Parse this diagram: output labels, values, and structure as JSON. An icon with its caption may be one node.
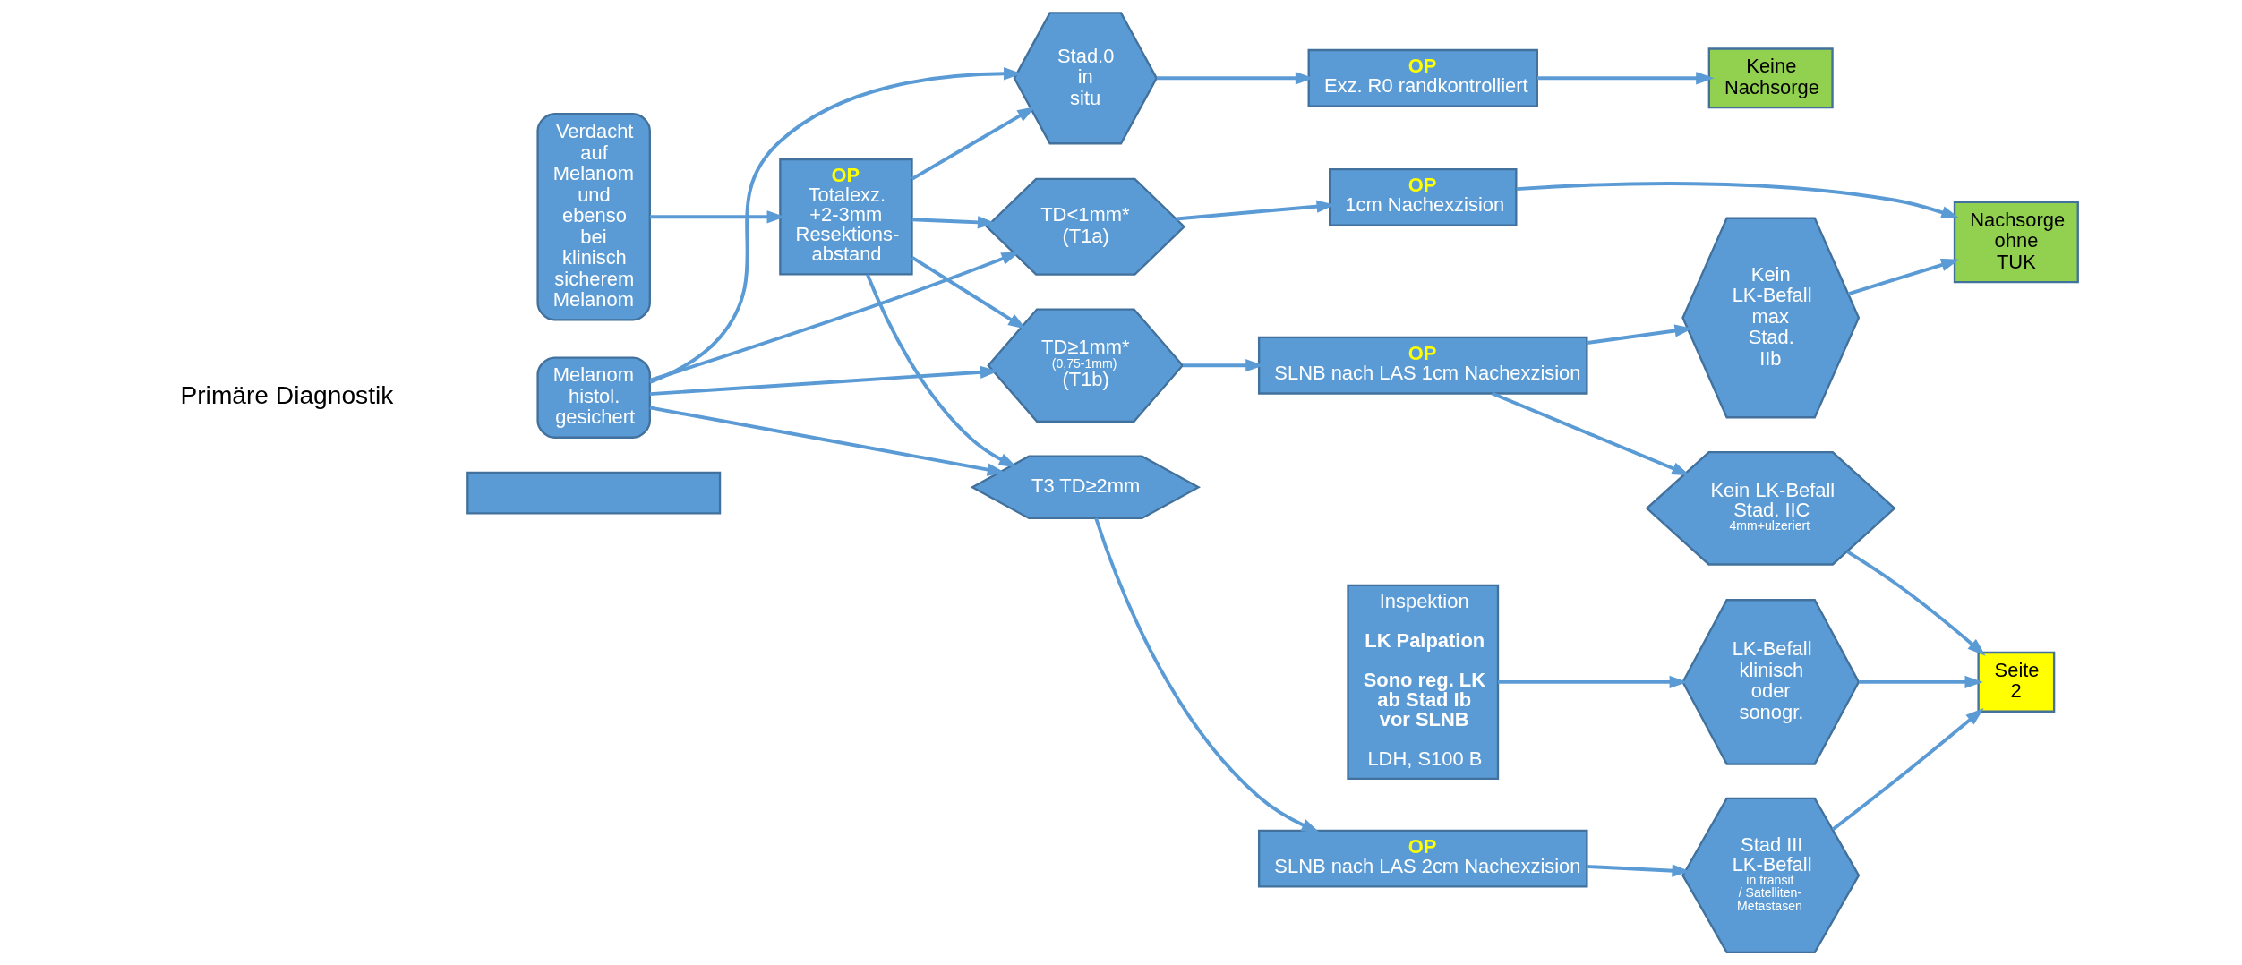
{
  "diagram": {
    "nodes": [
      {
        "text": [],
        "shape": "box"
      },
      {
        "text": [
          "Melanom histol. gesichert"
        ]
      },
      {
        "text": [
          "Verdacht auf Melanom und ebenso bei klinisch sicherem Melanom"
        ]
      },
      {
        "text": [
          "OP",
          "Totalexz. +2-3mm Resektions- abstand"
        ]
      },
      {
        "text": [
          "Inspektion",
          "LK Palpation",
          "Sono reg. LK ab Stad Ib vor SLNB",
          "LDH, S100 B"
        ]
      },
      {
        "text": [
          "Stad.0 in situ"
        ]
      },
      {
        "text": [
          "TD<1mm*",
          "(T1a)"
        ]
      },
      {
        "text": [
          "TD≥1mm*",
          "(0,75-1mm)",
          "(T1b)"
        ]
      },
      {
        "text": [
          "T3 TD≥2mm"
        ]
      },
      {
        "text": [
          "LK-Befall klinisch oder sonogr."
        ]
      },
      {
        "text": [
          "OP",
          "Exz. R0 randkontrolliert"
        ]
      },
      {
        "text": [
          "OP",
          "1cm Nachexzision"
        ]
      },
      {
        "text": [
          "OP",
          "SLNB nach LAS 1cm Nachexzision"
        ]
      },
      {
        "text": [
          "OP",
          "SLNB nach LAS 2cm Nachexzision"
        ]
      },
      {
        "text": [
          "Kein LK-Befall max Stad. IIb"
        ]
      },
      {
        "text": [
          "Kein LK-Befall Stad. IIC",
          "4mm+ulzeriert"
        ]
      },
      {
        "text": [
          "Stad III LK-Befall",
          "in transit / Satelliten- Metastasen"
        ]
      },
      {
        "text": [
          "Keine Nachsorge"
        ]
      },
      {
        "text": [
          "Nachsorge ohne TUK"
        ]
      },
      {
        "text": [
          "Seite 2"
        ]
      }
    ],
    "edges": [
      {
        "from": 2,
        "to": 3,
        "arrow": "to"
      },
      {
        "from": 1,
        "to": 5,
        "arrow": "to"
      },
      {
        "from": 1,
        "to": 6,
        "arrow": "to"
      },
      {
        "from": 1,
        "to": 7,
        "arrow": "to"
      },
      {
        "from": 1,
        "to": 8,
        "arrow": "to"
      },
      {
        "from": 3,
        "to": 5,
        "arrow": "to"
      },
      {
        "from": 3,
        "to": 6,
        "arrow": "to"
      },
      {
        "from": 3,
        "to": 7,
        "arrow": "to"
      },
      {
        "from": 3,
        "to": 8,
        "arrow": "to"
      },
      {
        "from": 4,
        "to": 9,
        "arrow": "to"
      },
      {
        "from": 5,
        "to": 10,
        "arrow": "to"
      },
      {
        "from": 6,
        "to": 11,
        "arrow": "to"
      },
      {
        "from": 7,
        "to": 12,
        "arrow": "to"
      },
      {
        "from": 8,
        "to": 13,
        "arrow": "to"
      },
      {
        "from": 10,
        "to": 17,
        "arrow": "to"
      },
      {
        "from": 11,
        "to": 18,
        "arrow": "to"
      },
      {
        "from": 12,
        "to": 14,
        "arrow": "to"
      },
      {
        "from": 12,
        "to": 15,
        "arrow": "to"
      },
      {
        "from": 13,
        "to": 16,
        "arrow": "to"
      },
      {
        "from": 14,
        "to": 18,
        "arrow": "to"
      },
      {
        "from": 15,
        "to": 19,
        "arrow": "to"
      },
      {
        "from": 16,
        "to": 19,
        "arrow": "to"
      },
      {
        "from": 9,
        "to": 19,
        "arrow": "to"
      }
    ],
    "labels": [
      "Primäre Diagnostik"
    ]
  }
}
